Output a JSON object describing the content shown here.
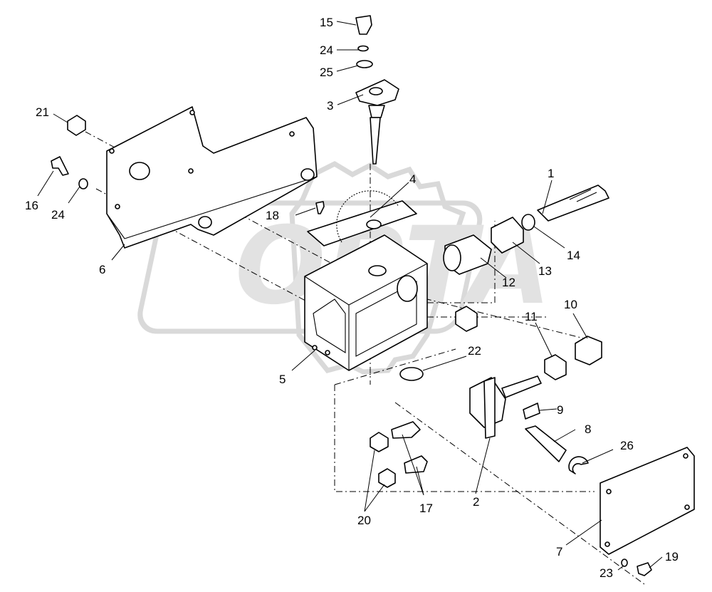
{
  "callouts": [
    "1",
    "2",
    "3",
    "4",
    "5",
    "6",
    "7",
    "8",
    "9",
    "10",
    "11",
    "12",
    "13",
    "14",
    "15",
    "16",
    "17",
    "18",
    "19",
    "20",
    "21",
    "22",
    "23",
    "24",
    "24",
    "25",
    "26"
  ],
  "watermark": "OPTA",
  "colors": {
    "line": "#000000",
    "watermark": "#d9d9d9",
    "background": "#ffffff"
  }
}
